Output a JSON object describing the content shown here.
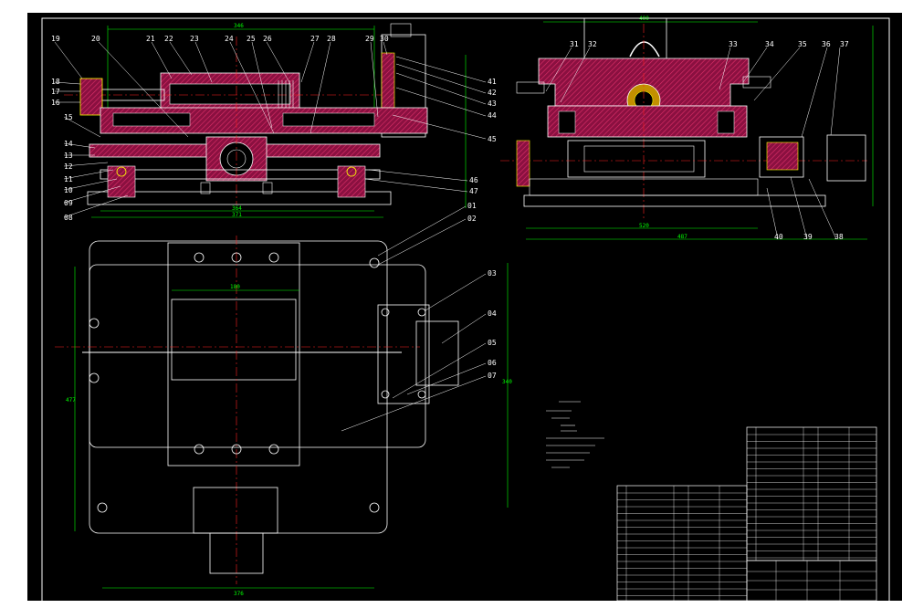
{
  "colors": {
    "paper": "#ffffff",
    "sheet": "#000000",
    "outline": "#ffffff",
    "dimension": "#00ff00",
    "hatch": "#c2185b",
    "center": "#ff2020",
    "yellow": "#ffff00",
    "cyan": "#00ffff"
  },
  "views": {
    "front": {
      "name": "front-view"
    },
    "side": {
      "name": "side-view"
    },
    "plan": {
      "name": "plan-view"
    }
  },
  "part_numbers_front_left": [
    "19",
    "18",
    "17",
    "16",
    "15",
    "14",
    "13",
    "12",
    "11",
    "10",
    "09",
    "08"
  ],
  "part_numbers_front_top": [
    "20",
    "21",
    "22",
    "23",
    "24",
    "25",
    "26",
    "27",
    "28",
    "29",
    "30"
  ],
  "part_numbers_front_right": [
    "41",
    "42",
    "43",
    "44",
    "45",
    "46",
    "47"
  ],
  "part_numbers_side_top": [
    "31",
    "32",
    "33",
    "34",
    "35",
    "36",
    "37"
  ],
  "part_numbers_side_bottom": [
    "40",
    "39",
    "38"
  ],
  "part_numbers_plan": [
    "01",
    "02",
    "03",
    "04",
    "05",
    "06",
    "07"
  ],
  "dimensions": {
    "front_top": "346",
    "front_bottom_1": "364",
    "front_bottom_2": "371",
    "side_top": "400",
    "side_bottom_1": "520",
    "side_bottom_2": "487",
    "plan_top": "180",
    "plan_left": "477",
    "plan_bottom": "376",
    "plan_right": "340"
  }
}
